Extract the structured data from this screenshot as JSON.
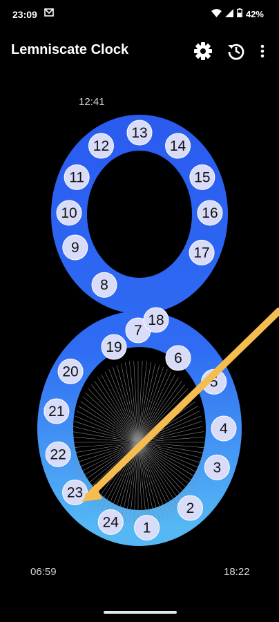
{
  "status_bar": {
    "time": "23:09",
    "battery": "42%",
    "icons": [
      "mail-icon",
      "wifi-icon",
      "signal-icon",
      "battery-icon"
    ]
  },
  "app_bar": {
    "title": "Lemniscate Clock",
    "actions": [
      "settings-icon",
      "history-icon",
      "more-vert-icon"
    ]
  },
  "clock": {
    "top_left_time": "12:41",
    "bottom_left_time": "06:59",
    "bottom_right_time": "18:22",
    "hour_labels": [
      "1",
      "2",
      "3",
      "4",
      "5",
      "6",
      "7",
      "8",
      "9",
      "10",
      "11",
      "12",
      "13",
      "14",
      "15",
      "16",
      "17",
      "18",
      "19",
      "20",
      "21",
      "22",
      "23",
      "24"
    ],
    "hand_color": "#f5bd4f",
    "band_color_top": "#2a5cf0",
    "band_color_bottom": "#55b8f4",
    "marker_fill": "#d8dcf8"
  }
}
